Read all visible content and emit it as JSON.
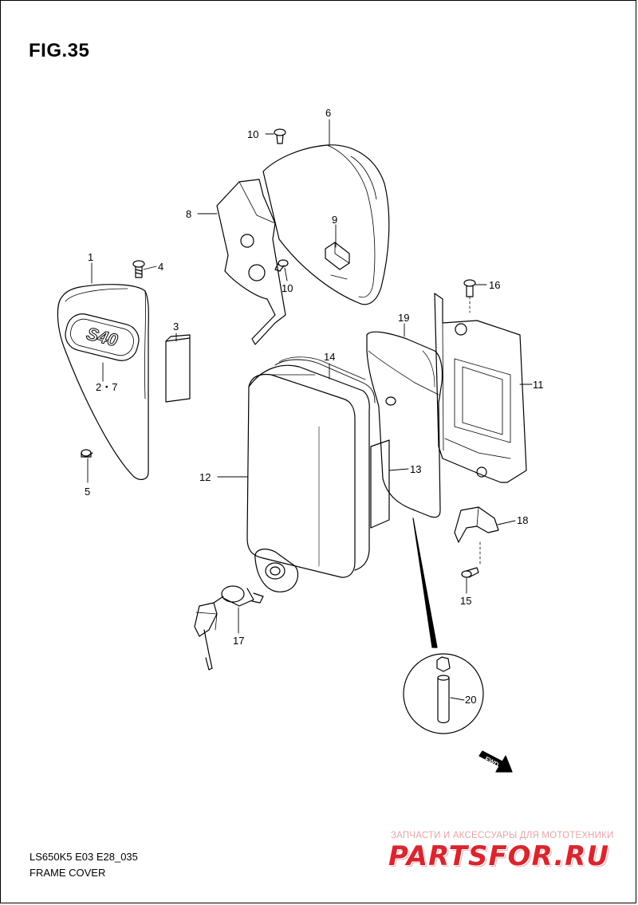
{
  "figure": {
    "title": "FIG.35"
  },
  "callouts": {
    "c1": "1",
    "c27": "2・7",
    "c3": "3",
    "c4": "4",
    "c5": "5",
    "c6": "6",
    "c8": "8",
    "c9": "9",
    "c10a": "10",
    "c10b": "10",
    "c11": "11",
    "c12": "12",
    "c13": "13",
    "c14": "14",
    "c15": "15",
    "c16": "16",
    "c17": "17",
    "c18": "18",
    "c19": "19",
    "c20": "20"
  },
  "emblem": {
    "text": "S40"
  },
  "fwd": {
    "text": "FWD"
  },
  "footer": {
    "model": "LS650K5 E03 E28_035",
    "name": "FRAME COVER"
  },
  "watermark": {
    "tagline": "ЗАПЧАСТИ И АКСЕССУАРЫ ДЛЯ МОТОТЕХНИКИ",
    "logo": "PARTSFOR.RU"
  },
  "colors": {
    "line": "#000000",
    "watermark_red": "#d7262f",
    "watermark_pink": "#e8a3a6"
  }
}
